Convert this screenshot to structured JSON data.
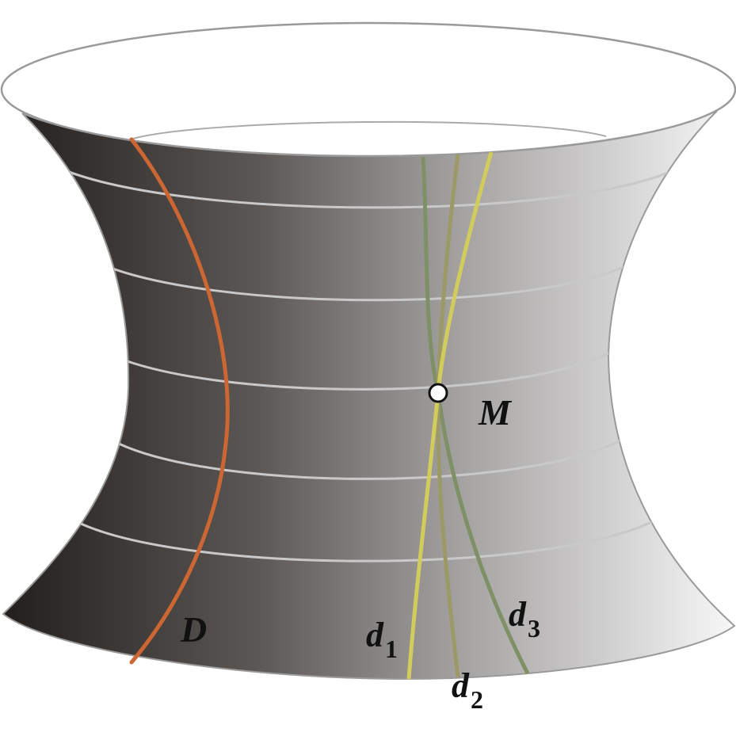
{
  "figure": {
    "point_label": "M",
    "curve_label": "D",
    "lines": [
      {
        "letter": "d",
        "subscript": "1",
        "color": "#d2cc5c"
      },
      {
        "letter": "d",
        "subscript": "2",
        "color": "#9b9a66"
      },
      {
        "letter": "d",
        "subscript": "3",
        "color": "#7f9066"
      }
    ],
    "colors": {
      "curve_D": "#cc6633",
      "surface_dark": "#2a2624",
      "surface_mid": "#8a8785",
      "surface_light": "#f2f2f2",
      "parallels": "#c9c9c9",
      "rim": "#9a9a9a"
    }
  }
}
